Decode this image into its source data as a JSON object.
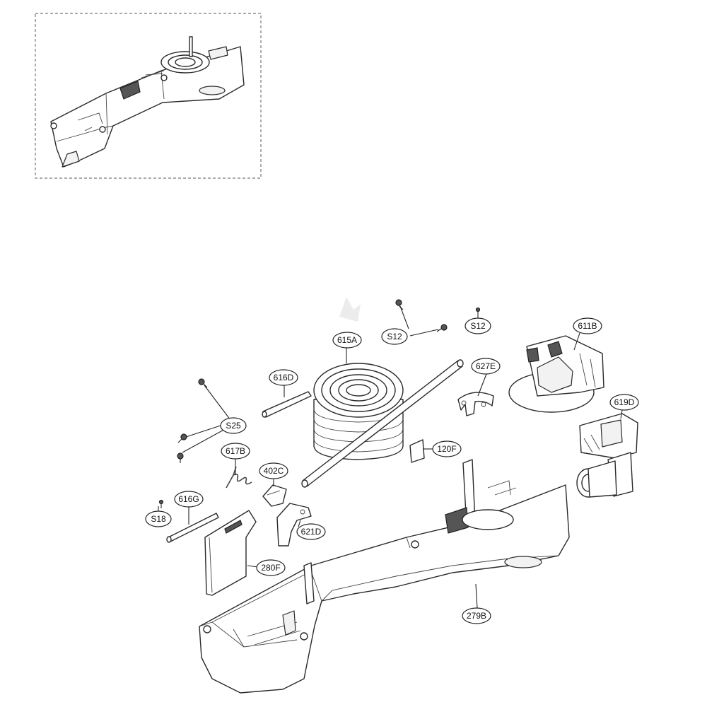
{
  "labels": {
    "s12_a": "S12",
    "s12_b": "S12",
    "p615a": "615A",
    "p616d": "616D",
    "p627e": "627E",
    "p611b": "611B",
    "p619d": "619D",
    "s25": "S25",
    "p617b": "617B",
    "p402c": "402C",
    "p120f": "120F",
    "p616g": "616G",
    "s18": "S18",
    "p621d": "621D",
    "p280f": "280F",
    "p279b": "279B"
  }
}
